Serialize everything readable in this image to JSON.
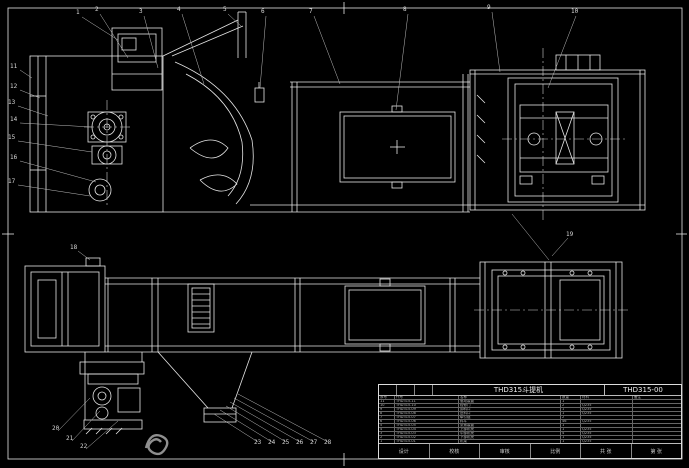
{
  "drawing": {
    "title": "THD315斗提机",
    "number": "THD315-00",
    "bg_color": "#000000",
    "line_color": "#e6e6e6"
  },
  "callouts": {
    "top": [
      "1",
      "2",
      "3",
      "4",
      "5",
      "6",
      "7",
      "8",
      "9",
      "10"
    ],
    "left": [
      "11",
      "12",
      "13",
      "14",
      "15",
      "16",
      "17"
    ],
    "view2_topleft": "18",
    "view2_link": "19",
    "bottom_left": [
      "20",
      "21",
      "22"
    ],
    "bottom_mid": [
      "23",
      "24",
      "25",
      "26",
      "27",
      "28"
    ]
  },
  "parts_table": {
    "headers": [
      "序号",
      "代号",
      "名称",
      "数量",
      "材料",
      "备注"
    ],
    "rows": [
      [
        "11",
        "THD315-11",
        "驱动装置",
        "1",
        "",
        ""
      ],
      [
        "10",
        "THD315-10",
        "检修门",
        "2",
        "Q235",
        ""
      ],
      [
        "9",
        "THD315-09",
        "卸料口",
        "1",
        "Q235",
        ""
      ],
      [
        "8",
        "THD315-08",
        "进料口",
        "1",
        "Q235",
        ""
      ],
      [
        "7",
        "THD315-07",
        "牵引链",
        "2",
        "",
        ""
      ],
      [
        "6",
        "THD315-06",
        "料斗",
        "46",
        "Q235",
        ""
      ],
      [
        "5",
        "THD315-05",
        "张紧装置",
        "1",
        "",
        ""
      ],
      [
        "4",
        "THD315-04",
        "上部机壳",
        "1",
        "Q235",
        ""
      ],
      [
        "3",
        "THD315-03",
        "中部机壳",
        "4",
        "Q235",
        ""
      ],
      [
        "2",
        "THD315-02",
        "下部机壳",
        "1",
        "Q235",
        ""
      ],
      [
        "1",
        "THD315-01",
        "机架",
        "1",
        "Q235",
        ""
      ]
    ]
  },
  "title_block": {
    "fields": [
      "设计",
      "校核",
      "审核",
      "比例",
      "共 张",
      "第 张"
    ]
  }
}
